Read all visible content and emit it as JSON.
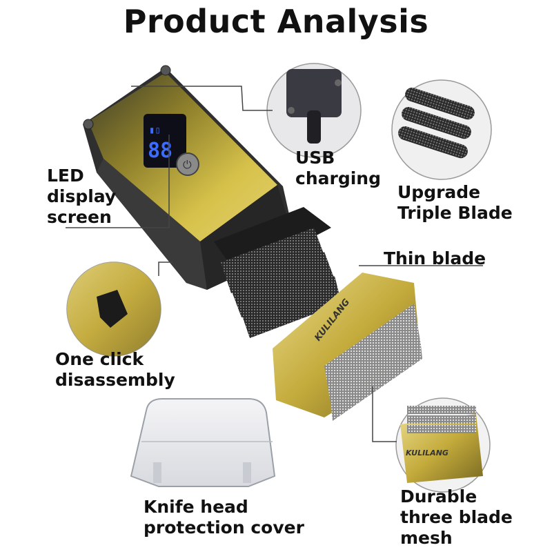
{
  "title": "Product Analysis",
  "labels": {
    "led": [
      "LED",
      "display",
      "screen"
    ],
    "usb": [
      "USB",
      "charging"
    ],
    "triple": [
      "Upgrade",
      "Triple Blade"
    ],
    "thin": "Thin blade",
    "oneclick": [
      "One click",
      "disassembly"
    ],
    "cover": [
      "Knife head",
      "protection cover"
    ],
    "mesh": [
      "Durable",
      "three blade",
      "mesh"
    ]
  },
  "brand": "KULILANG",
  "colors": {
    "gold": "#c9b040",
    "gold_dark": "#6d6320",
    "body_dark": "#3a3a3a",
    "led_blue": "#3c6cff"
  }
}
